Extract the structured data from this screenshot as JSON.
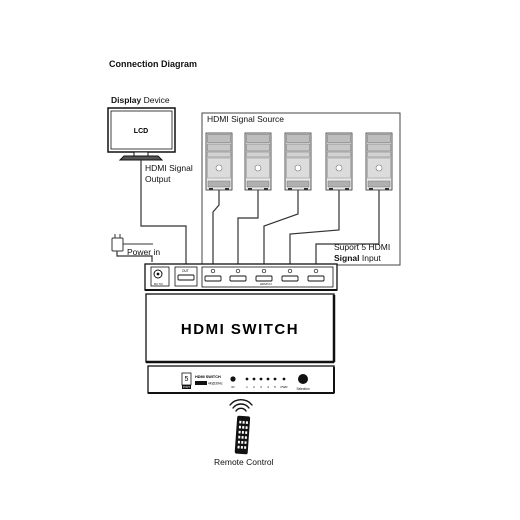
{
  "title": "Connection Diagram",
  "display": {
    "heading_bold": "Display",
    "heading_rest": " Device",
    "screen_label": "LCD"
  },
  "hdmi_output": {
    "line1": "HDMI Signal",
    "line2": "Output"
  },
  "signal_source": {
    "label": "HDMI Signal Source",
    "count": 5
  },
  "power": {
    "label": "Power in"
  },
  "support": {
    "line1": "Suport 5 HDMI",
    "line2_bold": "Signal",
    "line2_rest": " Input"
  },
  "switch_rear": {
    "dc_label": "DC 5V",
    "out_label": "OUT",
    "in_label": "HDMI IN"
  },
  "switch_top": {
    "label": "HDMI SWITCH"
  },
  "switch_front": {
    "badge_number": "5",
    "badge_text": "PORT",
    "model_label": "HDMI SWITCH",
    "spec_label": "4K@30Hz",
    "port_labels": [
      "IR",
      "1",
      "2",
      "3",
      "4",
      "5",
      "PWR"
    ],
    "button_label": "Selection"
  },
  "remote": {
    "label": "Remote Control"
  }
}
